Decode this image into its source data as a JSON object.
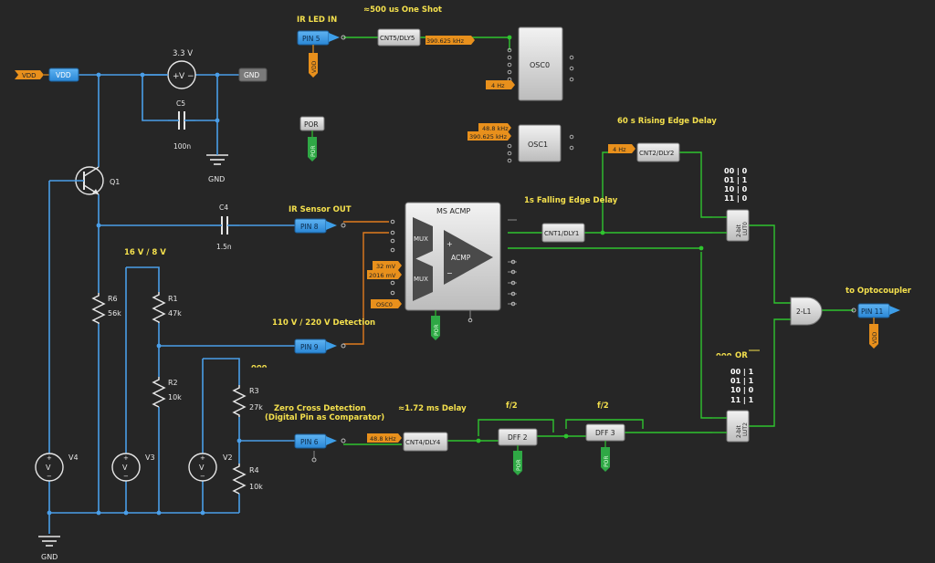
{
  "colors": {
    "background": "#262626",
    "analog_wire": "#4a9ee8",
    "digital_wire": "#2fc42f",
    "analog_out_wire": "#e07b1e",
    "gray_wire": "#8a8a8a",
    "pin_block": "#3d9ee8",
    "orange_tag": "#e8901c",
    "green_tag": "#2fa845",
    "annotation": "#f4e04d"
  },
  "annotations": {
    "ir_led_in": "IR LED IN",
    "one_shot": "≈500 us One Shot",
    "falling_delay": "1s Falling Edge Delay",
    "rising_delay": "60 s Rising Edge Delay",
    "ir_sensor_out": "IR Sensor OUT",
    "voltage_detect": "110 V / 220 V Detection",
    "zero_cross_1": "Zero Cross Detection",
    "zero_cross_2": "(Digital Pin as Comparator)",
    "delay_172": "≈1.72 ms Delay",
    "f2_a": "f/2",
    "f2_b": "f/2",
    "to_opto": "to Optocoupler",
    "v16_8": "16 V / 8 V",
    "v33": "3.3 V",
    "or_label": "OR",
    "symbols_small": "ᴖᴖᴖ",
    "symbols_or": "ᴖᴖᴖ"
  },
  "blocks": {
    "pin5": "PIN 5",
    "pin8": "PIN 8",
    "pin9": "PIN 9",
    "pin6": "PIN 6",
    "pin11": "PIN 11",
    "cnt5": "CNT5/DLY5",
    "cnt2": "CNT2/DLY2",
    "cnt1": "CNT1/DLY1",
    "cnt4": "CNT4/DLY4",
    "osc0": "OSC0",
    "osc1": "OSC1",
    "acmp_title": "MS ACMP",
    "mux": "MUX",
    "acmp": "ACMP",
    "dff2": "DFF 2",
    "dff3": "DFF 3",
    "lut_l1": "2-L1",
    "lut0_a": "2-bit",
    "lut0_b": "LUT0",
    "lut2_a": "2-bit",
    "lut2_b": "LUT2",
    "por": "POR",
    "vdd": "VDD",
    "gnd": "GND"
  },
  "tags": {
    "vdd": "VDD",
    "por": "POR",
    "osc0_tag": "OSC0",
    "f390_a": "390.625 kHz",
    "f390_b": "390.625 kHz",
    "f48_a": "48.8 kHz",
    "f48_b": "48.8 kHz",
    "hz4_a": "4 Hz",
    "hz4_b": "4 Hz",
    "mv32": "32 mV",
    "mv2016": "2016 mV"
  },
  "lut0_table": [
    "00 | 0",
    "01 | 1",
    "10 | 0",
    "11 | 0"
  ],
  "lut2_table": [
    "00 | 1",
    "01 | 1",
    "10 | 0",
    "11 | 1"
  ],
  "components": {
    "c5": "C5",
    "c5v": "100n",
    "c4": "C4",
    "c4v": "1.5n",
    "q1": "Q1",
    "r6": "R6",
    "r6v": "56k",
    "r1": "R1",
    "r1v": "47k",
    "r2": "R2",
    "r2v": "10k",
    "r3": "R3",
    "r3v": "27k",
    "r4": "R4",
    "r4v": "10k",
    "v4": "V4",
    "v3": "V3",
    "v2": "V2",
    "gnd1": "GND",
    "gnd2": "GND",
    "v_sym": "V",
    "plus": "+",
    "minus": "−"
  }
}
